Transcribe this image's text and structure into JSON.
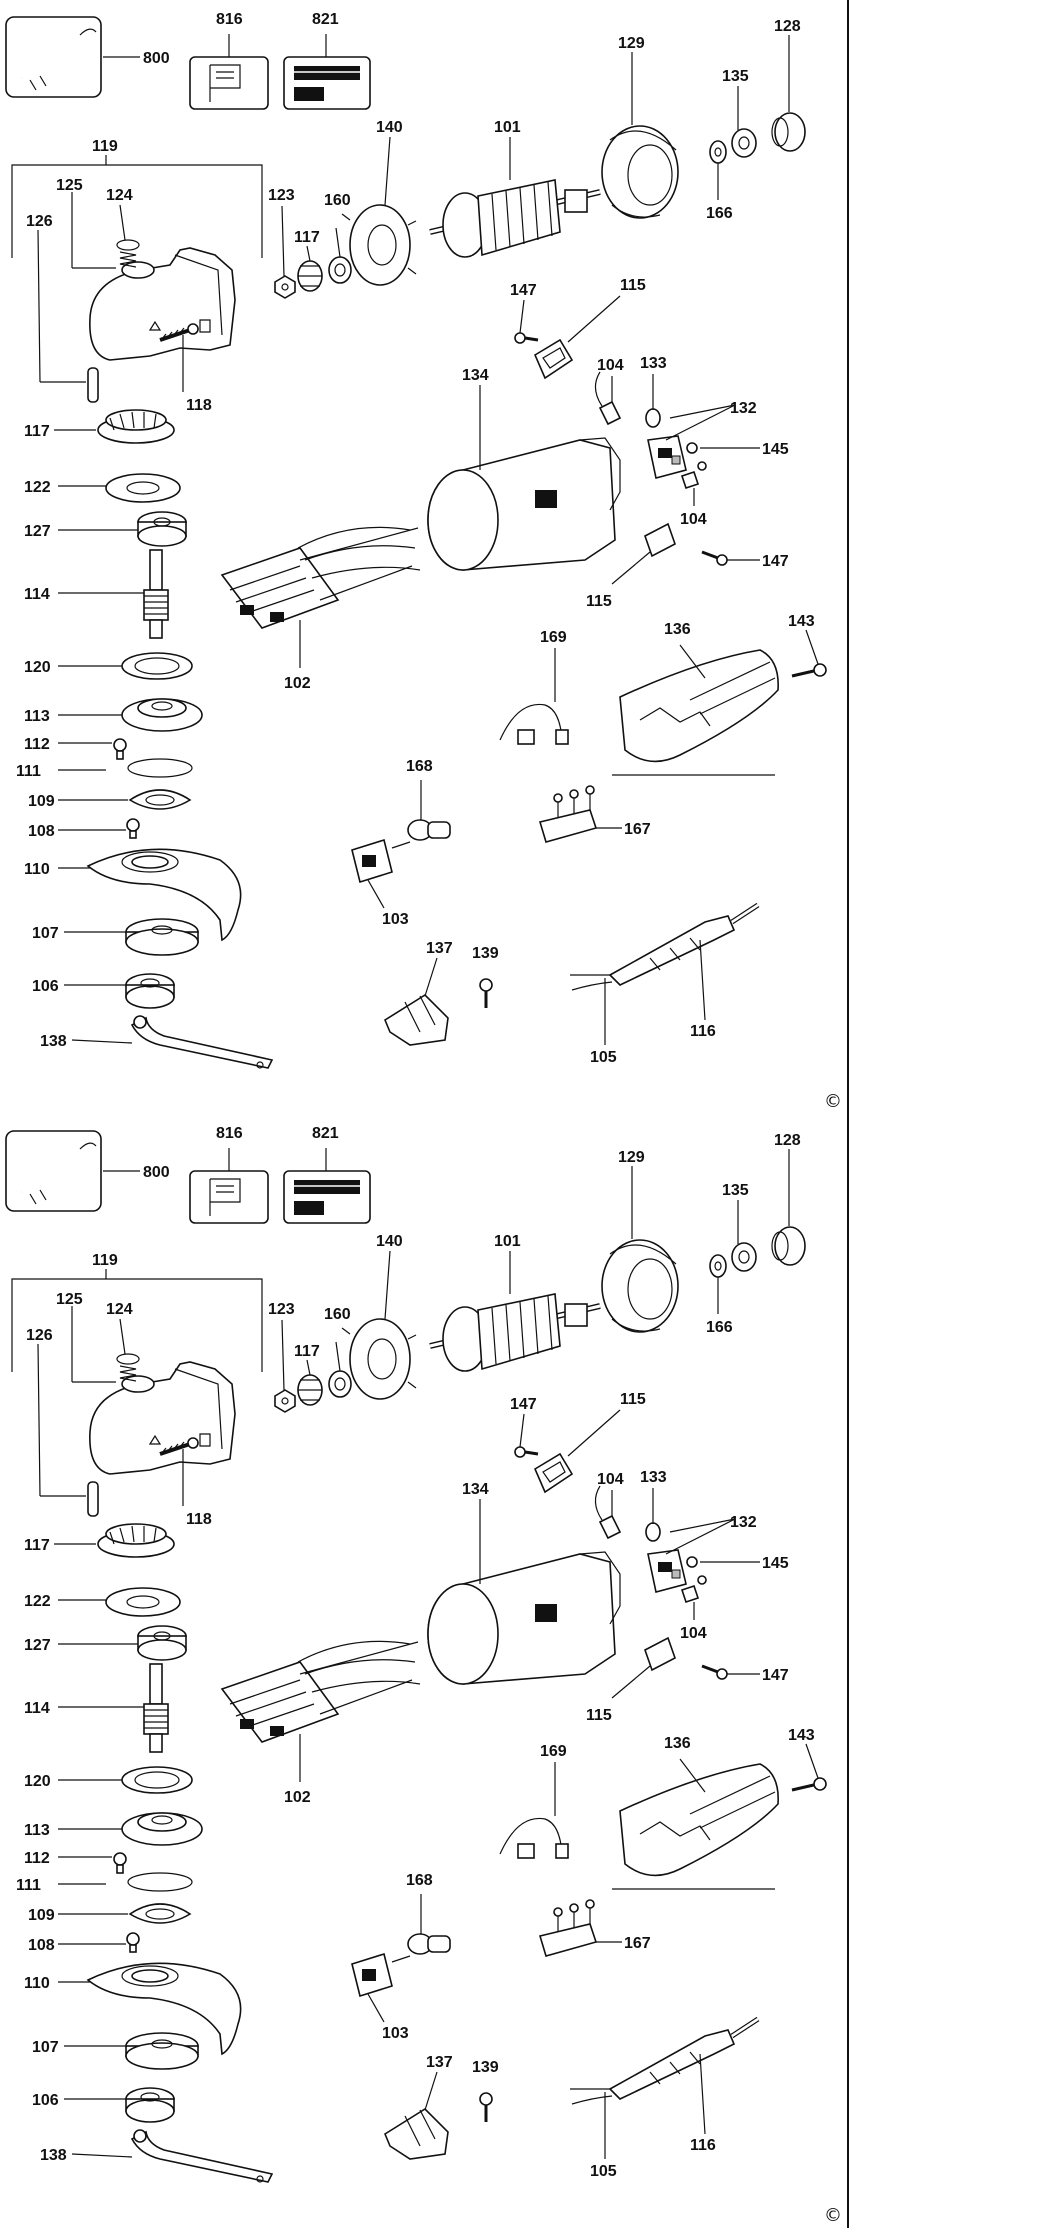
{
  "copyright_symbol": "©",
  "panels": [
    {
      "labels": [
        {
          "id": "800",
          "text": "800"
        },
        {
          "id": "816",
          "text": "816"
        },
        {
          "id": "821",
          "text": "821"
        },
        {
          "id": "129",
          "text": "129"
        },
        {
          "id": "128",
          "text": "128"
        },
        {
          "id": "135",
          "text": "135"
        },
        {
          "id": "166",
          "text": "166"
        },
        {
          "id": "119",
          "text": "119"
        },
        {
          "id": "140",
          "text": "140"
        },
        {
          "id": "101",
          "text": "101"
        },
        {
          "id": "125",
          "text": "125"
        },
        {
          "id": "124",
          "text": "124"
        },
        {
          "id": "123",
          "text": "123"
        },
        {
          "id": "160",
          "text": "160"
        },
        {
          "id": "126",
          "text": "126"
        },
        {
          "id": "117a",
          "text": "117"
        },
        {
          "id": "147a",
          "text": "147"
        },
        {
          "id": "115a",
          "text": "115"
        },
        {
          "id": "118",
          "text": "118"
        },
        {
          "id": "134",
          "text": "134"
        },
        {
          "id": "104a",
          "text": "104"
        },
        {
          "id": "133",
          "text": "133"
        },
        {
          "id": "132",
          "text": "132"
        },
        {
          "id": "117b",
          "text": "117"
        },
        {
          "id": "145",
          "text": "145"
        },
        {
          "id": "122",
          "text": "122"
        },
        {
          "id": "104b",
          "text": "104"
        },
        {
          "id": "127",
          "text": "127"
        },
        {
          "id": "147b",
          "text": "147"
        },
        {
          "id": "114",
          "text": "114"
        },
        {
          "id": "115b",
          "text": "115"
        },
        {
          "id": "143",
          "text": "143"
        },
        {
          "id": "169",
          "text": "169"
        },
        {
          "id": "136",
          "text": "136"
        },
        {
          "id": "102",
          "text": "102"
        },
        {
          "id": "120",
          "text": "120"
        },
        {
          "id": "113",
          "text": "113"
        },
        {
          "id": "112",
          "text": "112"
        },
        {
          "id": "111",
          "text": "111"
        },
        {
          "id": "168",
          "text": "168"
        },
        {
          "id": "109",
          "text": "109"
        },
        {
          "id": "167",
          "text": "167"
        },
        {
          "id": "108",
          "text": "108"
        },
        {
          "id": "110",
          "text": "110"
        },
        {
          "id": "103",
          "text": "103"
        },
        {
          "id": "107",
          "text": "107"
        },
        {
          "id": "137",
          "text": "137"
        },
        {
          "id": "139",
          "text": "139"
        },
        {
          "id": "106",
          "text": "106"
        },
        {
          "id": "116",
          "text": "116"
        },
        {
          "id": "138",
          "text": "138"
        },
        {
          "id": "105",
          "text": "105"
        }
      ]
    },
    {
      "labels": [
        {
          "id": "800",
          "text": "800"
        },
        {
          "id": "816",
          "text": "816"
        },
        {
          "id": "821",
          "text": "821"
        },
        {
          "id": "129",
          "text": "129"
        },
        {
          "id": "128",
          "text": "128"
        },
        {
          "id": "135",
          "text": "135"
        },
        {
          "id": "166",
          "text": "166"
        },
        {
          "id": "119",
          "text": "119"
        },
        {
          "id": "140",
          "text": "140"
        },
        {
          "id": "101",
          "text": "101"
        },
        {
          "id": "125",
          "text": "125"
        },
        {
          "id": "124",
          "text": "124"
        },
        {
          "id": "123",
          "text": "123"
        },
        {
          "id": "160",
          "text": "160"
        },
        {
          "id": "126",
          "text": "126"
        },
        {
          "id": "117a",
          "text": "117"
        },
        {
          "id": "147a",
          "text": "147"
        },
        {
          "id": "115a",
          "text": "115"
        },
        {
          "id": "118",
          "text": "118"
        },
        {
          "id": "134",
          "text": "134"
        },
        {
          "id": "104a",
          "text": "104"
        },
        {
          "id": "133",
          "text": "133"
        },
        {
          "id": "132",
          "text": "132"
        },
        {
          "id": "117b",
          "text": "117"
        },
        {
          "id": "145",
          "text": "145"
        },
        {
          "id": "122",
          "text": "122"
        },
        {
          "id": "104b",
          "text": "104"
        },
        {
          "id": "127",
          "text": "127"
        },
        {
          "id": "147b",
          "text": "147"
        },
        {
          "id": "114",
          "text": "114"
        },
        {
          "id": "115b",
          "text": "115"
        },
        {
          "id": "143",
          "text": "143"
        },
        {
          "id": "169",
          "text": "169"
        },
        {
          "id": "136",
          "text": "136"
        },
        {
          "id": "102",
          "text": "102"
        },
        {
          "id": "120",
          "text": "120"
        },
        {
          "id": "113",
          "text": "113"
        },
        {
          "id": "112",
          "text": "112"
        },
        {
          "id": "111",
          "text": "111"
        },
        {
          "id": "168",
          "text": "168"
        },
        {
          "id": "109",
          "text": "109"
        },
        {
          "id": "167",
          "text": "167"
        },
        {
          "id": "108",
          "text": "108"
        },
        {
          "id": "110",
          "text": "110"
        },
        {
          "id": "103",
          "text": "103"
        },
        {
          "id": "107",
          "text": "107"
        },
        {
          "id": "137",
          "text": "137"
        },
        {
          "id": "139",
          "text": "139"
        },
        {
          "id": "106",
          "text": "106"
        },
        {
          "id": "116",
          "text": "116"
        },
        {
          "id": "138",
          "text": "138"
        },
        {
          "id": "105",
          "text": "105"
        }
      ]
    }
  ]
}
